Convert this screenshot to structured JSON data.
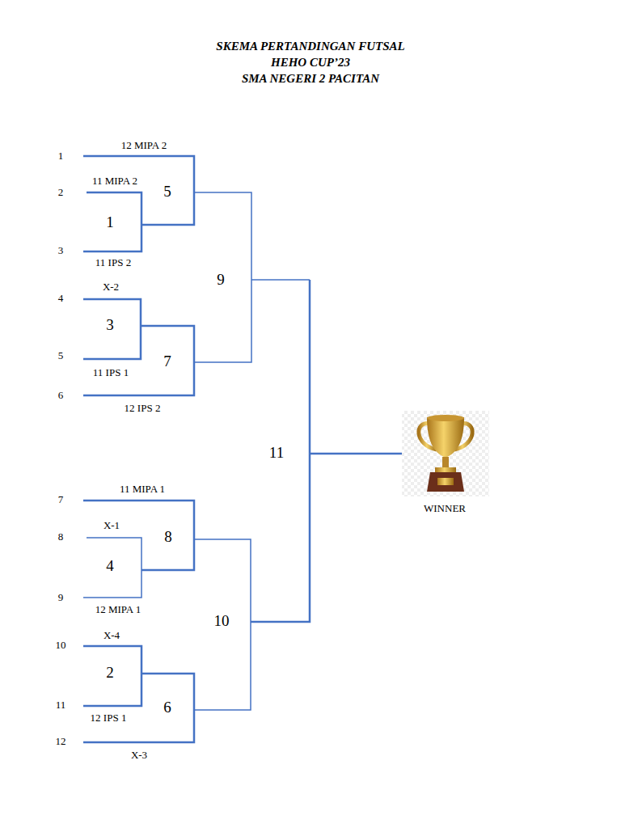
{
  "diagram": {
    "title": "SKEMA PERTANDINGAN FUTSAL HEHO CUP’23 SMA NEGERI 2 PACITAN",
    "labels": [
      "12 MIPA 2",
      "1",
      "11 MIPA 2",
      "2",
      "5",
      "1",
      "3",
      "11 IPS 2",
      "X-2",
      "9",
      "4",
      "3",
      "5",
      "7",
      "11 IPS 1",
      "6",
      "12 IPS 2",
      "11",
      "WINNER",
      "11 MIPA 1",
      "7",
      "X-1",
      "8",
      "8",
      "4",
      "9",
      "12 MIPA 1",
      "10",
      "X-4",
      "10",
      "2",
      "11",
      "6",
      "12 IPS 1",
      "12",
      "X-3"
    ]
  }
}
